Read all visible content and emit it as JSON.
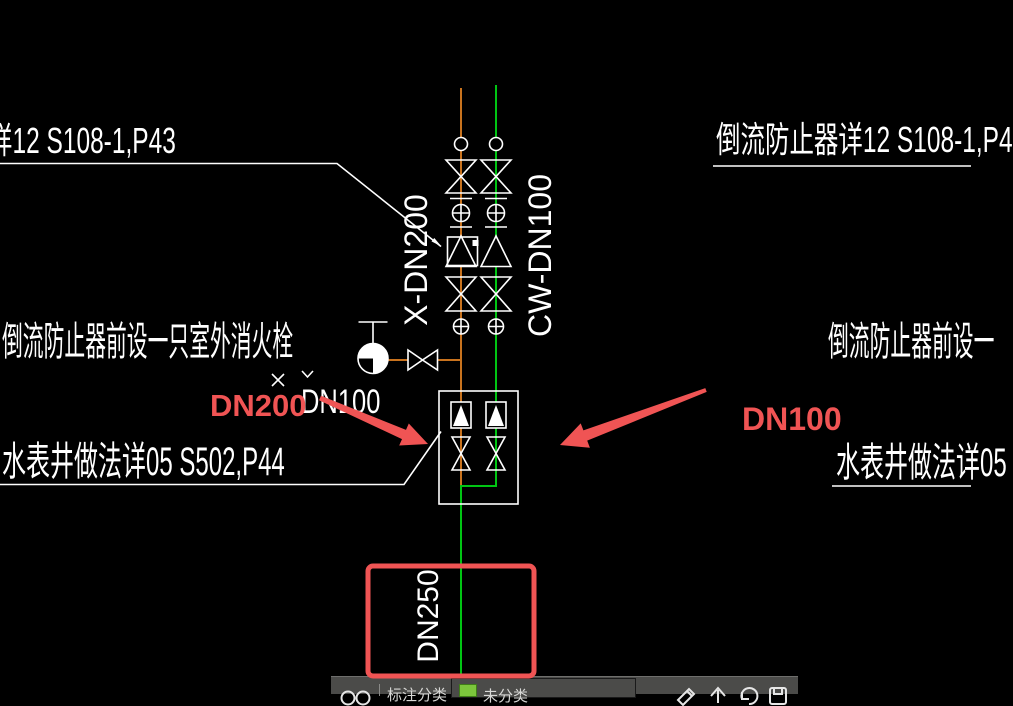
{
  "colors": {
    "background": "#000000",
    "line": "#FFFFFF",
    "pipe_fire": "#C9731E",
    "pipe_water": "#00C513",
    "annotation_red": "#F05454",
    "toolbar_bg": "#4B4B49",
    "toolbar_text": "#D8D8D6",
    "swatch_green": "#7CC63C"
  },
  "drawing": {
    "callouts": {
      "top_left": "详12 S108-1,P43",
      "top_right": "倒流防止器详12 S108-1,P4",
      "mid_left": "倒流防止器前设一只室外消火栓",
      "mid_right": "倒流防止器前设一",
      "bottom_left": "水表井做法详05 S502,P44",
      "bottom_right": "水表井做法详05"
    },
    "pipe_labels": {
      "fire_riser": "X-DN200",
      "domestic_riser": "CW-DN100",
      "main_vertical": "DN250",
      "branch_white": "DN100"
    },
    "red_markups": {
      "left_text": "DN200",
      "right_text": "DN100"
    }
  },
  "toolbar": {
    "category_label": "标注分类",
    "current_category": "未分类",
    "icons": [
      "binoculars-icon",
      "edit-pencil-icon",
      "upload-arrow-icon",
      "undo-icon",
      "save-icon"
    ]
  }
}
